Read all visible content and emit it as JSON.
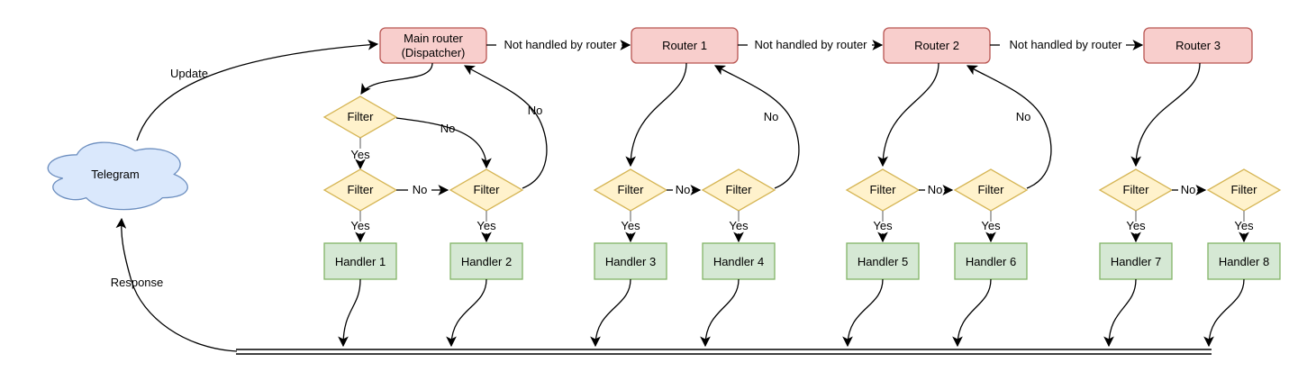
{
  "nodes": {
    "telegram": "Telegram",
    "main_router": {
      "line1": "Main router",
      "line2": "(Dispatcher)"
    },
    "routers": [
      "Router 1",
      "Router 2",
      "Router 3"
    ],
    "filter": "Filter",
    "handlers": [
      "Handler 1",
      "Handler 2",
      "Handler 3",
      "Handler 4",
      "Handler 5",
      "Handler 6",
      "Handler 7",
      "Handler 8"
    ]
  },
  "labels": {
    "update": "Update",
    "response": "Response",
    "not_handled": "Not handled by router",
    "yes": "Yes",
    "no": "No"
  },
  "colors": {
    "router_fill": "#f8cecc",
    "router_stroke": "#b85450",
    "filter_fill": "#fff2cc",
    "filter_stroke": "#d6b656",
    "handler_fill": "#d5e8d4",
    "handler_stroke": "#82b366",
    "cloud_fill": "#dae8fc",
    "cloud_stroke": "#6c8ebf",
    "edge": "#000000",
    "background": "#ffffff"
  }
}
